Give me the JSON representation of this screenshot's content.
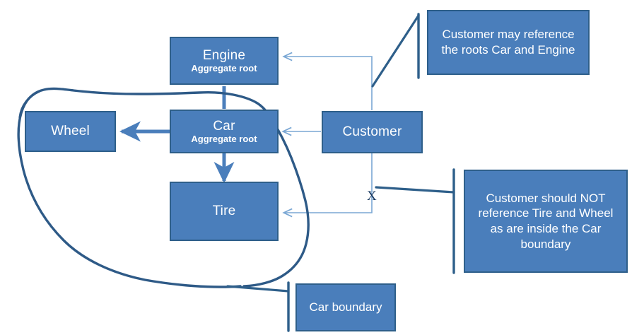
{
  "diagram": {
    "title_context": "Aggregate roots and Car boundary",
    "colors": {
      "box_fill": "#4a7ebb",
      "box_border": "#2e5f8a",
      "box_text": "#ffffff",
      "thick_arrow": "#4a7ebb",
      "thin_arrow": "#7aa7d4",
      "boundary_ink": "#2e5a87",
      "leader_line": "#2e5f8a",
      "canvas": "#ffffff"
    },
    "nodes": [
      {
        "id": "engine",
        "title": "Engine",
        "subtitle": "Aggregate root"
      },
      {
        "id": "car",
        "title": "Car",
        "subtitle": "Aggregate root"
      },
      {
        "id": "wheel",
        "title": "Wheel",
        "subtitle": ""
      },
      {
        "id": "tire",
        "title": "Tire",
        "subtitle": ""
      },
      {
        "id": "customer",
        "title": "Customer",
        "subtitle": ""
      }
    ],
    "notes": [
      {
        "id": "note-roots",
        "text": "Customer may reference the roots Car and Engine"
      },
      {
        "id": "note-not-ref",
        "text": "Customer should NOT reference Tire and Wheel as are inside the Car boundary"
      },
      {
        "id": "note-boundary",
        "text": "Car boundary"
      }
    ],
    "marks": {
      "forbidden_x": "X"
    },
    "edges": [
      {
        "from": "car",
        "to": "wheel",
        "style": "thick"
      },
      {
        "from": "car",
        "to": "tire",
        "style": "thick"
      },
      {
        "from": "car",
        "to": "engine",
        "style": "thick"
      },
      {
        "from": "customer",
        "to": "engine",
        "style": "thin"
      },
      {
        "from": "customer",
        "to": "car",
        "style": "thin"
      },
      {
        "from": "customer",
        "to": "tire",
        "style": "thin"
      }
    ]
  }
}
